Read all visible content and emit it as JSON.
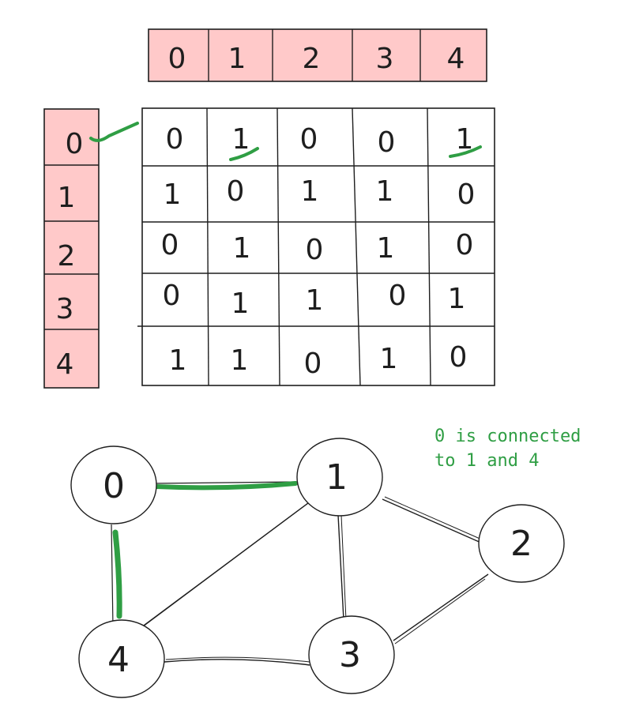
{
  "column_header": [
    "0",
    "1",
    "2",
    "3",
    "4"
  ],
  "row_header": [
    "0",
    "1",
    "2",
    "3",
    "4"
  ],
  "matrix": [
    [
      "0",
      "1",
      "0",
      "0",
      "1"
    ],
    [
      "1",
      "0",
      "1",
      "1",
      "0"
    ],
    [
      "0",
      "1",
      "0",
      "1",
      "0"
    ],
    [
      "0",
      "1",
      "1",
      "0",
      "1"
    ],
    [
      "1",
      "1",
      "0",
      "1",
      "0"
    ]
  ],
  "highlighted_cells": [
    [
      0,
      1
    ],
    [
      0,
      4
    ]
  ],
  "graph": {
    "nodes": [
      "0",
      "1",
      "2",
      "3",
      "4"
    ],
    "edges": [
      [
        "0",
        "1"
      ],
      [
        "0",
        "4"
      ],
      [
        "1",
        "2"
      ],
      [
        "1",
        "3"
      ],
      [
        "1",
        "4"
      ],
      [
        "2",
        "3"
      ],
      [
        "3",
        "4"
      ]
    ],
    "highlighted_edges": [
      [
        "0",
        "1"
      ],
      [
        "0",
        "4"
      ]
    ]
  },
  "note": {
    "line1": "0 is connected",
    "line2": "to 1 and 4"
  },
  "colors": {
    "header_fill": "#ffc9c9",
    "ink": "#1e1e1e",
    "highlight": "#2f9e44"
  }
}
